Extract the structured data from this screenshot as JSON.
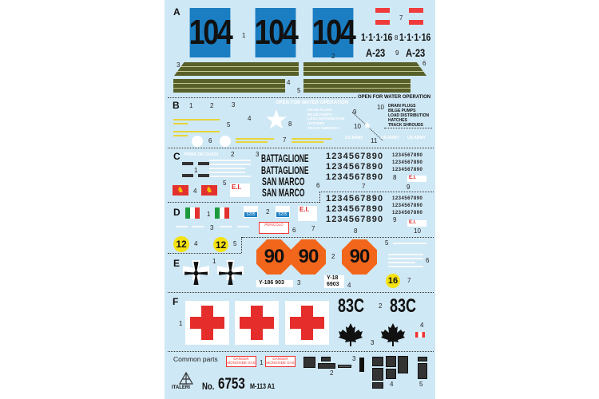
{
  "colors": {
    "sheet": "#cfe8f5",
    "blue_plate": "#1b7ec3",
    "olive": "#58602a",
    "red": "#e52e2b",
    "orange": "#f2661b",
    "yellow": "#f5e213"
  },
  "sectionA": {
    "letter": "A",
    "plate_number": "104",
    "code": "1·1·1·16",
    "tag": "A-23",
    "nums": [
      "1",
      "2",
      "3",
      "4",
      "5",
      "6",
      "7",
      "8",
      "9"
    ]
  },
  "sectionB": {
    "letter": "B",
    "water_title": "OPEN FOR WATER OPERATION",
    "water_items": [
      "DRAIN PLUGS",
      "BILGE PUMPS",
      "LOAD DISTRIBUTION",
      "HATCHES",
      "TRACK SHROUDS"
    ],
    "army": "US ARMY",
    "nums": [
      "1",
      "2",
      "3",
      "4",
      "5",
      "6",
      "7",
      "8",
      "9",
      "10",
      "11"
    ],
    "icons": [
      "white-star-icon"
    ]
  },
  "sectionC": {
    "letter": "C",
    "white_title": "PRIMA DEI GUADI",
    "battaglione": "BATTAGLIONE",
    "san_marco": "SAN MARCO",
    "ei": "E.I.",
    "digits": "1234567890",
    "nums": [
      "1",
      "2",
      "3",
      "4",
      "5",
      "6",
      "7",
      "8",
      "9",
      "10"
    ]
  },
  "sectionD": {
    "letter": "D",
    "plate": "5205",
    "warning": "PERICOLO",
    "nums": [
      "1",
      "2",
      "3",
      "4",
      "5",
      "6",
      "7"
    ]
  },
  "sectionE": {
    "letter": "E",
    "octagon": "90",
    "circle12": "12",
    "circle16": "16",
    "plate1": "Y-186 903",
    "plate2a": "Y-18",
    "plate2b": "6903",
    "nums": [
      "1",
      "2",
      "3",
      "4",
      "5",
      "6",
      "7"
    ]
  },
  "sectionF": {
    "letter": "F",
    "code": "83C",
    "nums": [
      "1",
      "2",
      "3",
      "4"
    ]
  },
  "common": {
    "title": "Common parts",
    "danger": "DANGER",
    "danger_sub": "MONOXIDE GAS",
    "nums": [
      "1",
      "2",
      "3",
      "4",
      "5"
    ]
  },
  "footer": {
    "brand": "ITALERI",
    "number_prefix": "No.",
    "number": "6753",
    "model": "M-113 A1"
  }
}
